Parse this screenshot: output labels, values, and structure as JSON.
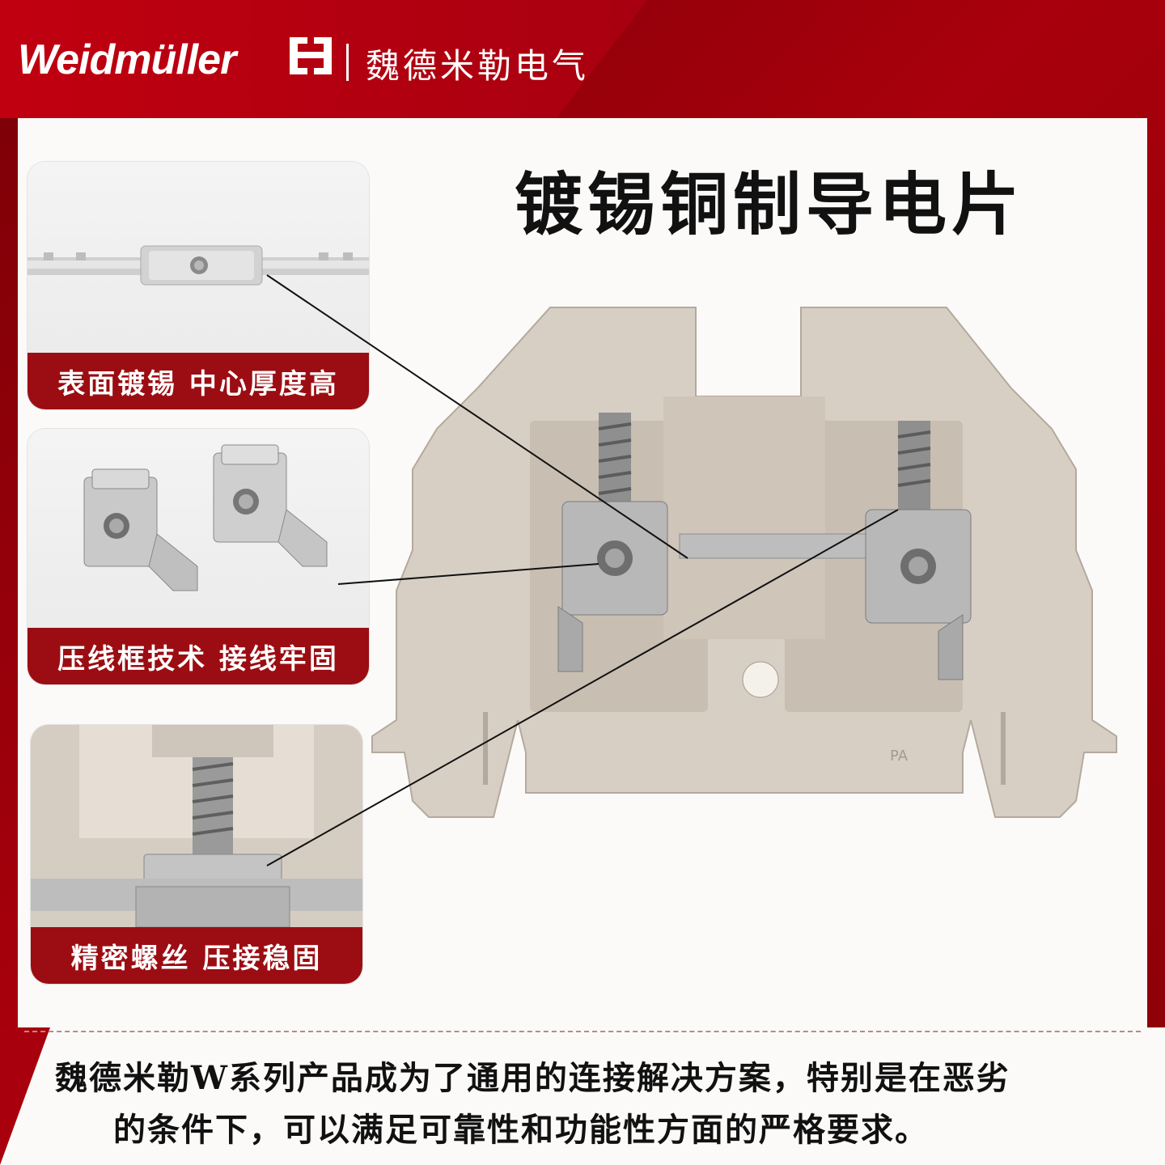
{
  "brand": {
    "logo_text": "Weidmüller",
    "logo_mark": "3E",
    "name_cn": "魏德米勒电气"
  },
  "title": "镀锡铜制导电片",
  "features": [
    {
      "caption": "表面镀锡 中心厚度高",
      "image": "tinned-copper-strip"
    },
    {
      "caption": "压线框技术 接线牢固",
      "image": "clamp-cages"
    },
    {
      "caption": "精密螺丝 压接稳固",
      "image": "screw-closeup"
    }
  ],
  "product": {
    "image": "terminal-block-w-series",
    "marking": "PA"
  },
  "footer": {
    "line1": "魏德米勒W系列产品成为了通用的连接解决方案，特别是在恶劣",
    "line2": "的条件下，可以满足可靠性和功能性方面的严格要求。"
  },
  "colors": {
    "brand_red": "#a8000c",
    "caption_red": "#9b0d12",
    "housing_beige": "#d8cfc4"
  }
}
